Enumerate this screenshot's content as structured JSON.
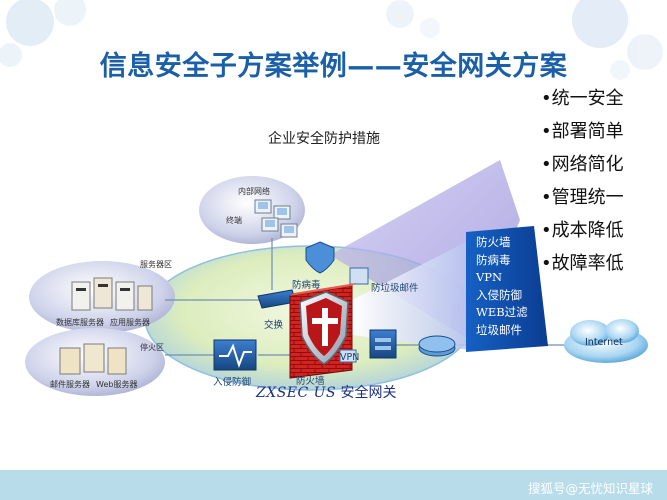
{
  "title": "信息安全子方案举例——安全网关方案",
  "subtitle": "企业安全防护措施",
  "benefits": [
    "•统一安全",
    "•部署简单",
    "•网络简化",
    "•管理统一",
    "•成本降低",
    "•故障率低"
  ],
  "gateway_features": [
    "防火墙",
    "防病毒",
    "VPN",
    "入侵防御",
    "WEB过滤",
    "垃圾邮件"
  ],
  "zones": {
    "internal": "内部网络",
    "terminal": "终端",
    "server": "服务器区",
    "db_server": "数据库服务器",
    "app_server": "应用服务器",
    "dmz": "停火区",
    "mail_server": "邮件服务器",
    "web_server": "Web服务器"
  },
  "modules": {
    "antivirus": "防病毒",
    "antispam": "防垃圾邮件",
    "switch": "交换",
    "ips": "入侵防御",
    "firewall": "防火墙",
    "vpn": "VPN"
  },
  "brand_name": "ZXSEC US",
  "brand_suffix": "安全网关",
  "internet": "Internet",
  "watermark": "搜狐号@无忧知识星球"
}
